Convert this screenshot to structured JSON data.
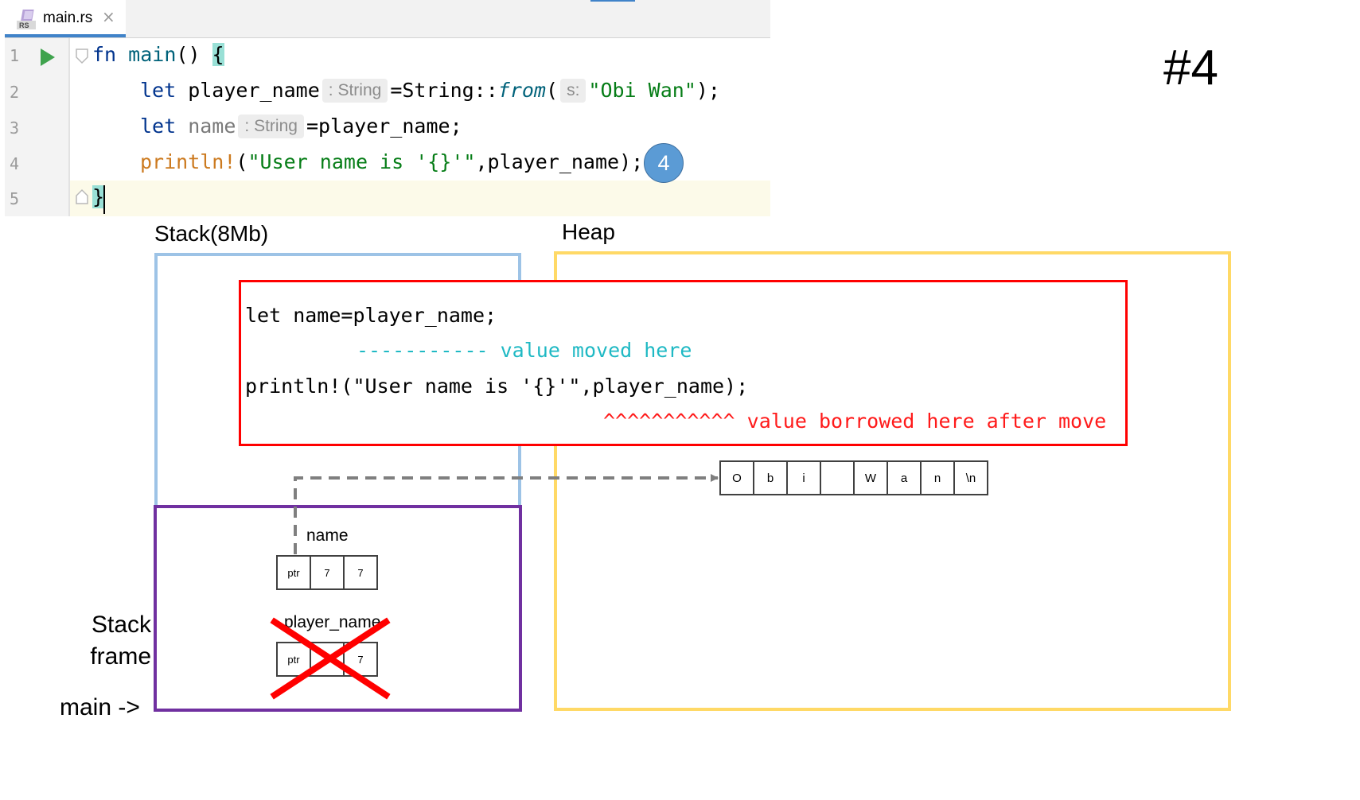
{
  "editor": {
    "tab": {
      "file_name": "main.rs",
      "close_glyph": "×",
      "file_icon_text": "RS"
    },
    "line_numbers": [
      "1",
      "2",
      "3",
      "4",
      "5"
    ],
    "lines": {
      "l1": {
        "kw": "fn",
        "name": "main",
        "rest": "() ",
        "brace": "{"
      },
      "l2": {
        "kw": "let",
        "var": " player_name",
        "hint": ": String",
        "eq": "=String::",
        "call": "from",
        "paren": "(",
        "param_hint": "s:",
        "str": "\"Obi Wan\"",
        "end": ");"
      },
      "l3": {
        "kw": "let",
        "var": " name",
        "hint": ": String",
        "rest": "=player_name;"
      },
      "l4": {
        "macro": "println!",
        "paren": "(",
        "str": "\"User name is '{}'\"",
        "rest": ",player_name);"
      },
      "l5": {
        "brace": "}"
      }
    },
    "step_badge": "4"
  },
  "slide_number": "#4",
  "diagram": {
    "stack_title": "Stack(8Mb)",
    "heap_title": "Heap",
    "frame_label": [
      "Stack",
      "frame"
    ],
    "main_label": "main ->",
    "error": {
      "line1": "let name=player_name;",
      "marker1": "----------- value moved here",
      "line2": "println!(\"User name is '{}'\",player_name);",
      "marker2_carets": "^^^^^^^^^^^",
      "marker2_text": "value borrowed here after move"
    },
    "heap_string": [
      "O",
      "b",
      "i",
      "",
      "W",
      "a",
      "n",
      "\\n"
    ],
    "name_var": {
      "label": "name",
      "cells": [
        "ptr",
        "7",
        "7"
      ]
    },
    "player_var": {
      "label": "player_name",
      "cells": [
        "ptr",
        "7",
        "7"
      ]
    }
  },
  "colors": {
    "stack_border": "#9dc3e6",
    "heap_border": "#ffd966",
    "frame_border": "#7030a0",
    "error_border": "#ff0000",
    "cross": "#ff0000",
    "badge": "#5b9bd5"
  }
}
